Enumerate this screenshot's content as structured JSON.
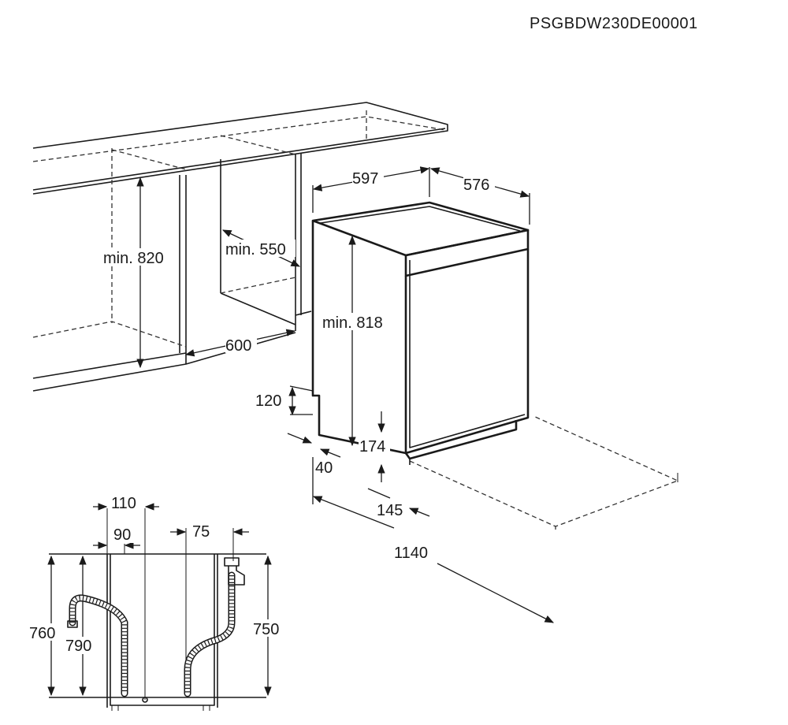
{
  "document_code": "PSGBDW230DE00001",
  "dimensions": {
    "width": "597",
    "depth": "576",
    "niche_height": "min. 820",
    "niche_depth": "min. 550",
    "niche_width": "600",
    "appliance_height": "min. 818",
    "kick_height": "120",
    "kick_depth": "40",
    "foot_height": "174",
    "foot_depth": "145",
    "door_open_depth": "1140"
  },
  "connection_dimensions": {
    "offset_110": "110",
    "offset_90": "90",
    "offset_75": "75",
    "height_760": "760",
    "height_790": "790",
    "height_750": "750"
  }
}
